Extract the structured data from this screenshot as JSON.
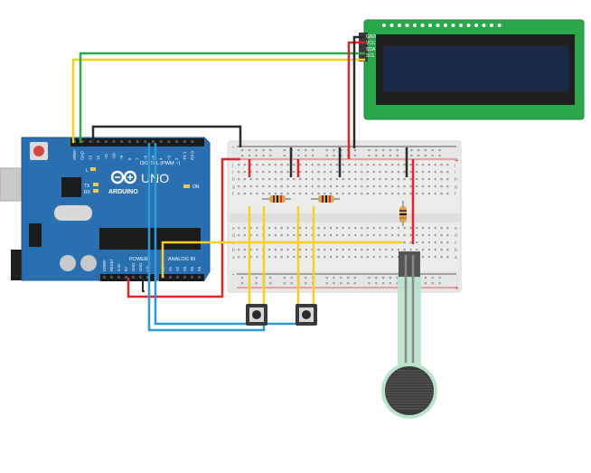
{
  "arduino": {
    "brand": "ARDUINO",
    "model": "UNO",
    "digital_label": "DIGITAL (PWM ~)",
    "power_label": "POWER",
    "analog_label": "ANALOG IN",
    "tx_label": "TX",
    "rx_label": "RX",
    "l_label": "L",
    "on_label": "ON",
    "top_pins": [
      "AREF",
      "GND",
      "13",
      "12",
      "~11",
      "~10",
      "~9",
      "8",
      "7",
      "~6",
      "~5",
      "4",
      "~3",
      "2",
      "TX 1",
      "RX 0"
    ],
    "power_pins": [
      "IOREF",
      "RESET",
      "3.3V",
      "5V",
      "GND",
      "GND",
      "Vin"
    ],
    "analog_pins": [
      "A0",
      "A1",
      "A2",
      "A3",
      "A4",
      "A5"
    ]
  },
  "lcd": {
    "pins": [
      "GND",
      "VCC",
      "SDA",
      "SCL"
    ]
  },
  "breadboard": {
    "plus": "+",
    "minus": "-",
    "row_letters_top": [
      "j",
      "i",
      "h",
      "g",
      "f"
    ],
    "row_letters_bottom": [
      "e",
      "d",
      "c",
      "b",
      "a"
    ]
  },
  "colors": {
    "wire_red": "#e0252a",
    "wire_black": "#2b2b2b",
    "wire_yellow": "#f4cf1e",
    "wire_green": "#2ea84a",
    "wire_blue": "#2d9ad8",
    "arduino_blue": "#2a6fb0",
    "lcd_green": "#29a84a",
    "lcd_screen": "#1c2a4a"
  }
}
